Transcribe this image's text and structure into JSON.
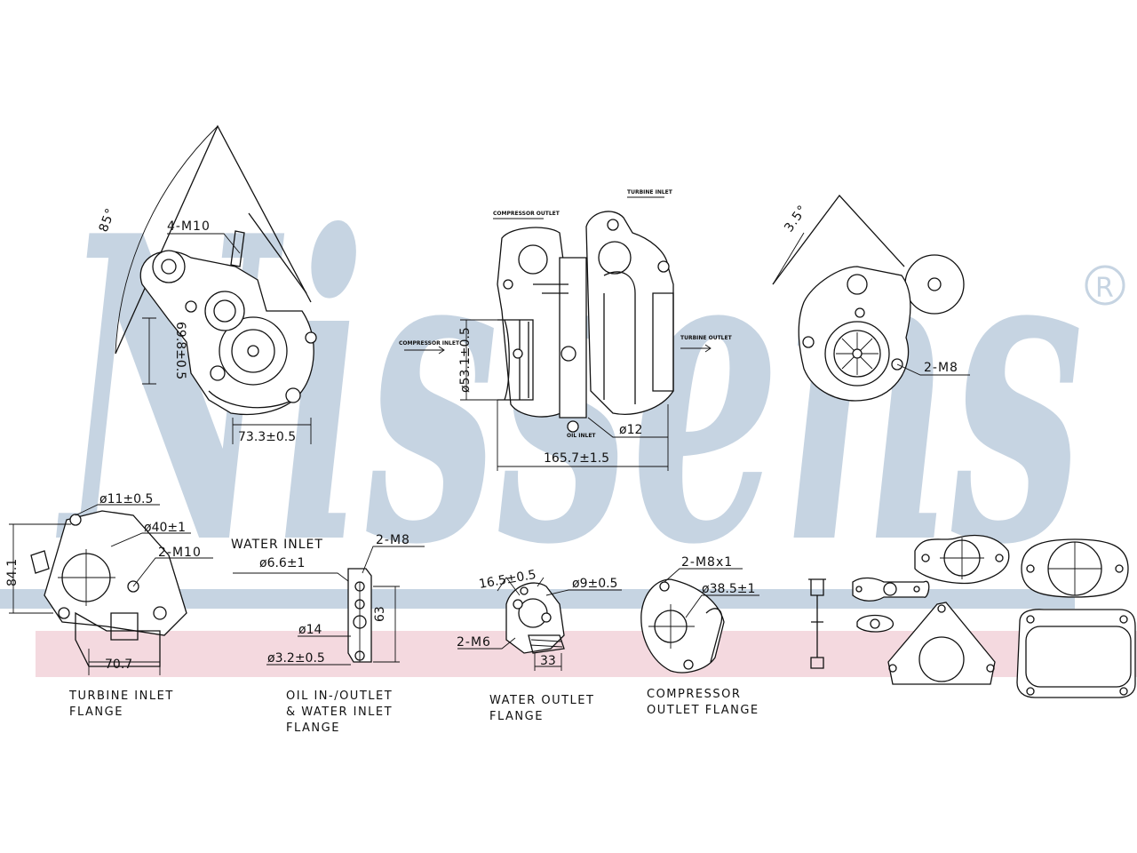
{
  "watermark": {
    "brand": "Nissens",
    "registered": "®",
    "color": "#c6d4e2"
  },
  "band_color": "#f4d9df",
  "top_views": {
    "turbine_view": {
      "angle": "85°",
      "bolts": "4-M10",
      "dim_width": "73.3±0.5",
      "dim_height": "69.8±0.5"
    },
    "side_view": {
      "diameter_inlet": "ø53.1±0.5",
      "diameter_small": "ø12",
      "length": "165.7±1.5",
      "note_top_left": "COMPRESSOR OUTLET",
      "note_top_right": "TURBINE INLET",
      "note_left": "COMPRESSOR INLET",
      "note_right": "TURBINE OUTLET",
      "note_bottom": "OIL INLET"
    },
    "compressor_view": {
      "angle": "3.5°",
      "bolts": "2-M8"
    }
  },
  "flanges": {
    "turbine_inlet": {
      "caption_line1": "TURBINE INLET",
      "caption_line2": "FLANGE",
      "hole": "ø11±0.5",
      "bore": "ø40±1",
      "bolts": "2-M10",
      "height": "84.1",
      "width": "70.7"
    },
    "oil_water": {
      "caption_line1": "OIL IN-/OUTLET",
      "caption_line2": "& WATER INLET",
      "caption_line3": "FLANGE",
      "water_inlet": "WATER INLET",
      "water_dia": "ø6.6±1",
      "bolts": "2-M8",
      "dia_14": "ø14",
      "dia_small": "ø3.2±0.5",
      "height": "63"
    },
    "water_outlet": {
      "caption_line1": "WATER OUTLET",
      "caption_line2": "FLANGE",
      "spacing": "16.5±0.5",
      "dia": "ø9±0.5",
      "bolts": "2-M6",
      "width": "33"
    },
    "compressor_outlet": {
      "caption_line1": "COMPRESSOR",
      "caption_line2": "OUTLET FLANGE",
      "bolts": "2-M8x1",
      "dia": "ø38.5±1"
    }
  }
}
